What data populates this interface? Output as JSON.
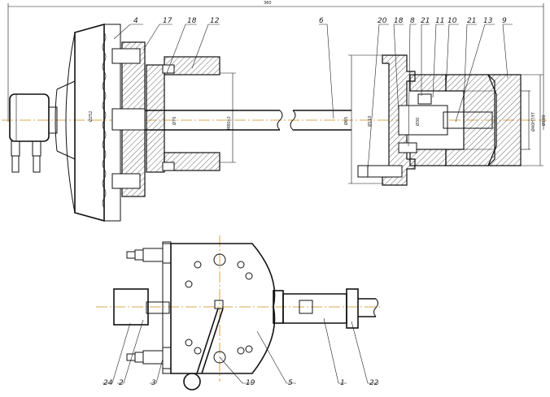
{
  "drawing": {
    "overall_dimension": "360",
    "dia_face": "Ø252",
    "dia_bore": "Ø70",
    "thread": "M80x2",
    "dia_rod": "Ø65",
    "dia_left1": "Ø110",
    "dia_left2": "Ø30",
    "dia_right1": "Ø40H7/f7",
    "dia_right2": "Ø100"
  },
  "labels": {
    "p1": "1",
    "p2": "2",
    "p3": "3",
    "p4": "4",
    "p5": "5",
    "p6": "6",
    "p8": "8",
    "p9": "9",
    "p10": "10",
    "p11": "11",
    "p12": "12",
    "p13": "13",
    "p17": "17",
    "p18a": "18",
    "p18b": "18",
    "p19": "19",
    "p20": "20",
    "p21a": "21",
    "p21b": "21",
    "p22": "22",
    "p24": "24"
  }
}
